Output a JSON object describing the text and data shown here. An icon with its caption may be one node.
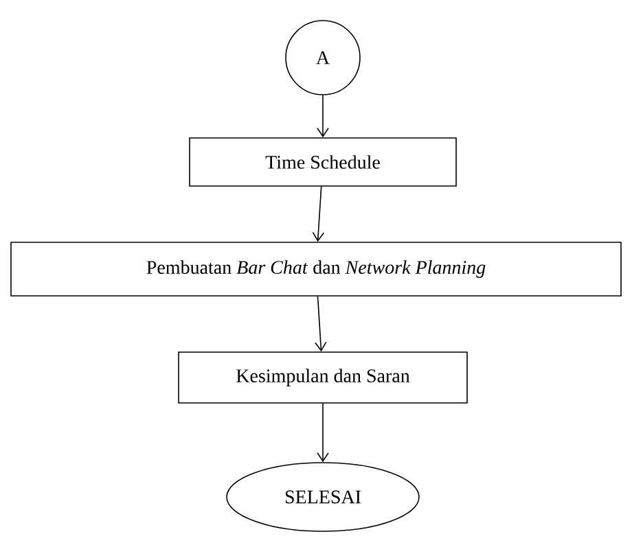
{
  "diagram": {
    "nodes": [
      {
        "text": [
          "A"
        ]
      },
      {
        "text": [
          "Time Schedule"
        ]
      },
      {
        "text": [
          "Pembuatan *Bar Chat* dan *Network Planning*"
        ]
      },
      {
        "text": [
          "Kesimpulan dan Saran"
        ]
      },
      {
        "text": [
          "SELESAI"
        ]
      }
    ],
    "edges": [
      {
        "from": 0,
        "to": 1,
        "arrow": "to"
      },
      {
        "from": 1,
        "to": 2,
        "arrow": "to"
      },
      {
        "from": 2,
        "to": 3,
        "arrow": "to"
      },
      {
        "from": 3,
        "to": 4,
        "arrow": "to"
      }
    ]
  }
}
